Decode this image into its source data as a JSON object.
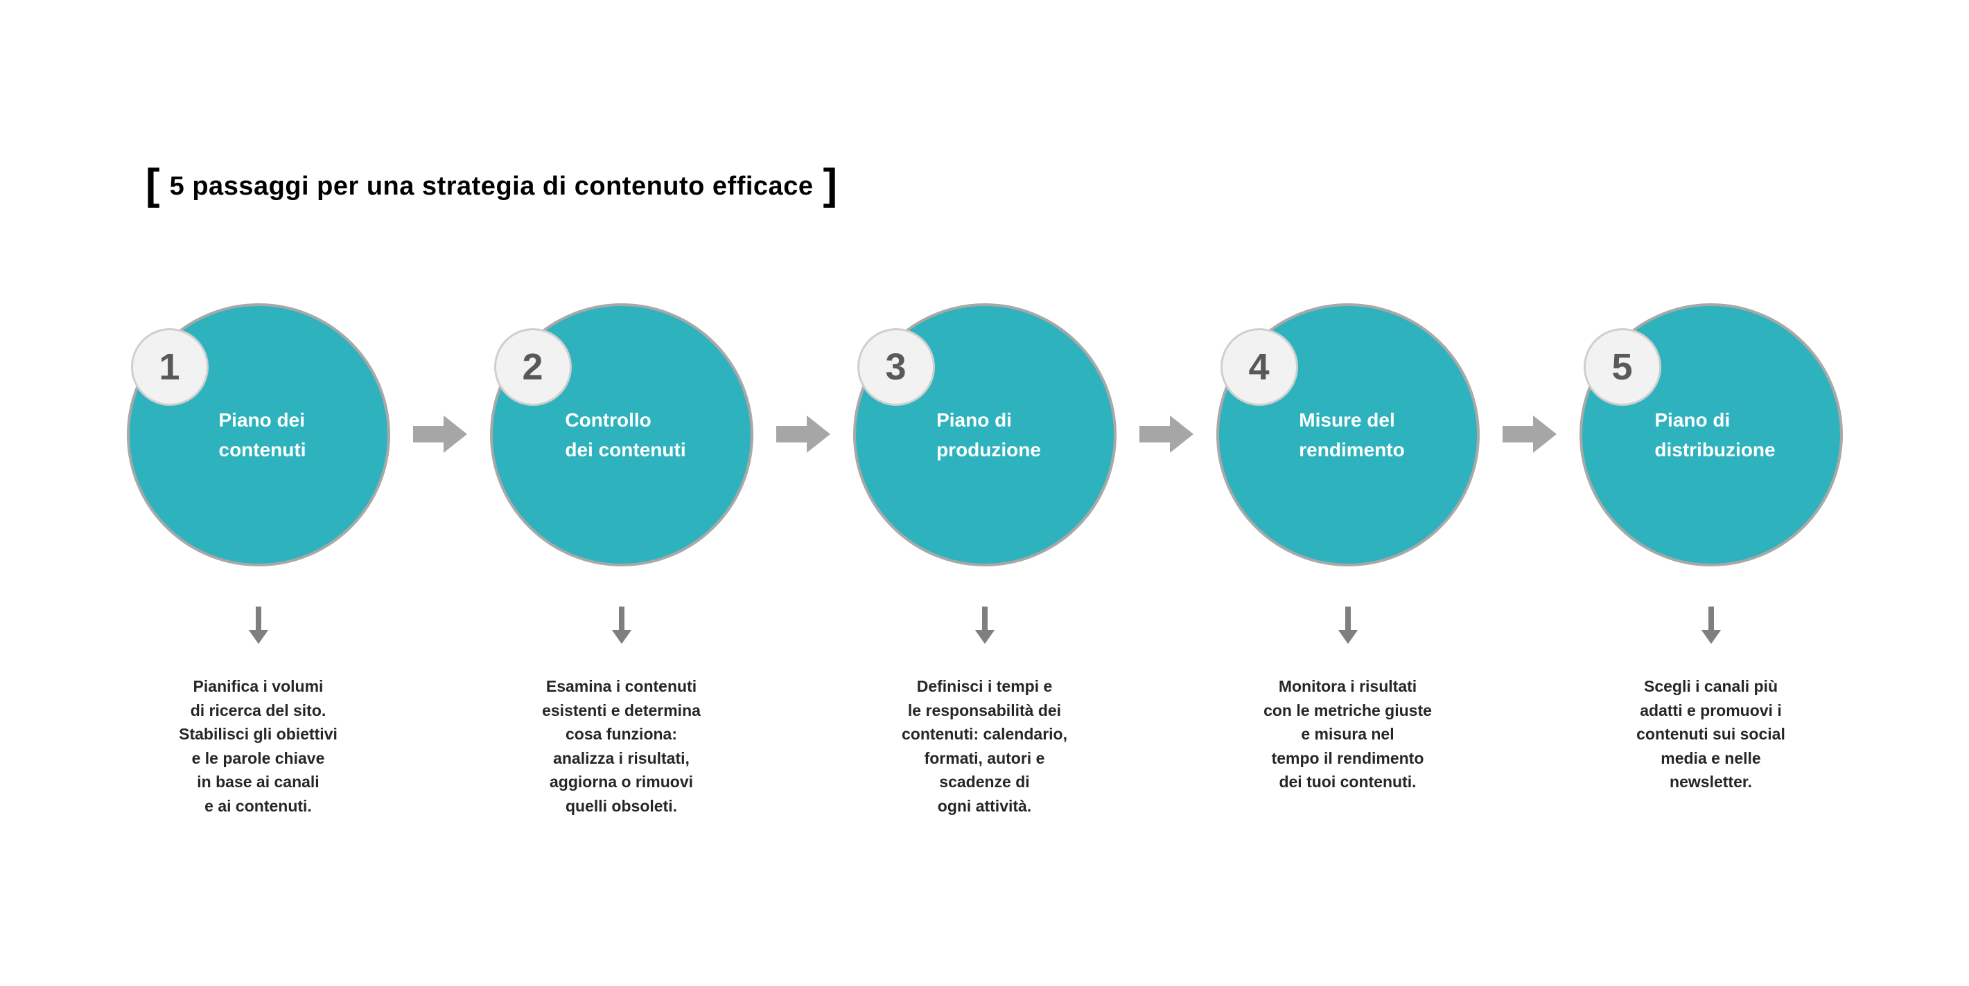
{
  "title": {
    "bracket_left": "[",
    "text": "5 passaggi per una strategia di contenuto efficace",
    "bracket_right": "]"
  },
  "colors": {
    "circle_fill": "#2eb3be",
    "circle_border": "#a8a8a8",
    "badge_bg": "#f2f2f2",
    "badge_text": "#595959",
    "flow_arrow": "#a6a6a6",
    "down_arrow": "#7f7f7f",
    "label_text": "#ffffff",
    "desc_text": "#262626"
  },
  "steps": [
    {
      "number": "1",
      "label": "Piano dei\ncontenuti",
      "description": "Pianifica i volumi\ndi ricerca del sito.\nStabilisci gli obiettivi\ne le parole chiave\nin base ai canali\ne ai contenuti."
    },
    {
      "number": "2",
      "label": "Controllo\ndei contenuti",
      "description": "Esamina i contenuti\nesistenti e determina\ncosa funziona:\nanalizza i risultati,\naggiorna o rimuovi\nquelli obsoleti."
    },
    {
      "number": "3",
      "label": "Piano di\nproduzione",
      "description": "Definisci i tempi e\nle responsabilità dei\ncontenuti: calendario,\nformati, autori e\nscadenze di\nogni attività."
    },
    {
      "number": "4",
      "label": "Misure del\nrendimento",
      "description": "Monitora i risultati\ncon le metriche giuste\ne misura nel\ntempo il rendimento\ndei tuoi contenuti."
    },
    {
      "number": "5",
      "label": "Piano di\ndistribuzione",
      "description": "Scegli i canali più\nadatti e promuovi i\ncontenuti sui social\nmedia e nelle\nnewsletter."
    }
  ]
}
